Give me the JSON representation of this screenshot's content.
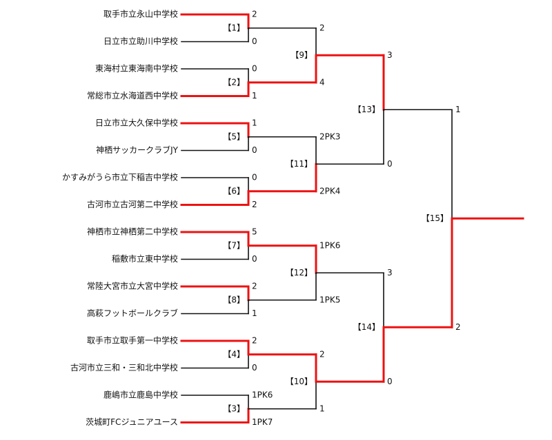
{
  "colors": {
    "win": "#ee1111",
    "lose": "#111111"
  },
  "teams": [
    "取手市立永山中学校",
    "日立市立助川中学校",
    "東海村立東海南中学校",
    "常総市立水海道西中学校",
    "日立市立大久保中学校",
    "神栖サッカークラブJY",
    "かすみがうら市立下稲吉中学校",
    "古河市立古河第二中学校",
    "神栖市立神栖第二中学校",
    "稲敷市立東中学校",
    "常陸大宮市立大宮中学校",
    "高萩フットボールクラブ",
    "取手市立取手第一中学校",
    "古河市立三和・三和北中学校",
    "鹿嶋市立鹿島中学校",
    "茨城町FCジュニアユース"
  ],
  "round1": [
    {
      "match": "【1】",
      "scores": [
        "2",
        "0"
      ],
      "winner": 0
    },
    {
      "match": "【2】",
      "scores": [
        "0",
        "1"
      ],
      "winner": 1
    },
    {
      "match": "【5】",
      "scores": [
        "1",
        "0"
      ],
      "winner": 0
    },
    {
      "match": "【6】",
      "scores": [
        "0",
        "2"
      ],
      "winner": 1
    },
    {
      "match": "【7】",
      "scores": [
        "5",
        "0"
      ],
      "winner": 0
    },
    {
      "match": "【8】",
      "scores": [
        "2",
        "1"
      ],
      "winner": 0
    },
    {
      "match": "【4】",
      "scores": [
        "2",
        "0"
      ],
      "winner": 0
    },
    {
      "match": "【3】",
      "scores": [
        "1PK6",
        "1PK7"
      ],
      "winner": 1
    }
  ],
  "round2": [
    {
      "match": "【9】",
      "scores": [
        "2",
        "4"
      ],
      "winner": 1
    },
    {
      "match": "【11】",
      "scores": [
        "2PK3",
        "2PK4"
      ],
      "winner": 1
    },
    {
      "match": "【12】",
      "scores": [
        "1PK6",
        "1PK5"
      ],
      "winner": 0
    },
    {
      "match": "【10】",
      "scores": [
        "2",
        "1"
      ],
      "winner": 0
    }
  ],
  "round3": [
    {
      "match": "【13】",
      "scores": [
        "3",
        "0"
      ],
      "winner": 0
    },
    {
      "match": "【14】",
      "scores": [
        "3",
        "0"
      ],
      "winner": 1
    }
  ],
  "round4": [
    {
      "match": "【15】",
      "scores": [
        "1",
        "2"
      ],
      "winner": 1
    }
  ]
}
